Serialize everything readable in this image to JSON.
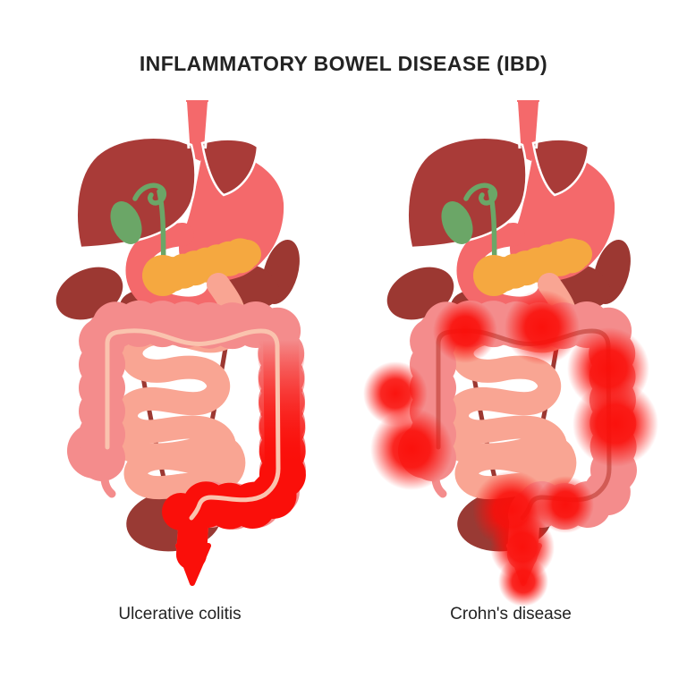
{
  "title": "INFLAMMATORY BOWEL DISEASE (IBD)",
  "figures": [
    {
      "id": "ulcerative-colitis",
      "label": "Ulcerative colitis"
    },
    {
      "id": "crohns-disease",
      "label": "Crohn's disease"
    }
  ],
  "organs": [
    "esophagus",
    "liver",
    "gallbladder",
    "stomach",
    "pancreas",
    "spleen",
    "kidney",
    "small-intestine",
    "large-intestine",
    "appendix",
    "rectum",
    "bladder"
  ],
  "palette": {
    "background": "#ffffff",
    "text": "#232323",
    "liver": "#A93B38",
    "dark-organ": "#9C3832",
    "bladder": "#993A34",
    "stomach": "#F4696B",
    "colon": "#F48C8C",
    "small-intestine": "#F9A593",
    "pancreas": "#F5A840",
    "gallbladder": "#6BA667",
    "inflammation": "#FA0F0A",
    "colon-line-uc": "#FAC3AE",
    "colon-line-crohn": "#D25B55"
  }
}
